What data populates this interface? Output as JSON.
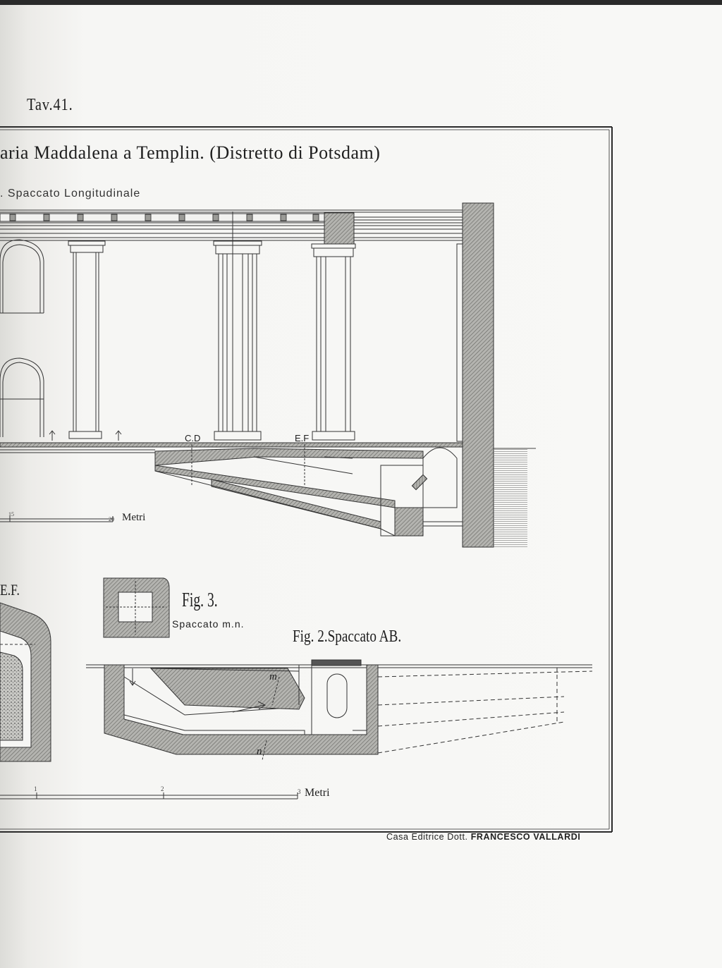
{
  "plate": {
    "label": "Tav.41.",
    "title": "aria Maddalena  a Templin.  (Distretto di Potsdam)",
    "subtitle": ". Spaccato Longitudinale",
    "section_marks": {
      "cd": "C.D",
      "ef": "E.F"
    },
    "scale_top": {
      "unit": "Metri",
      "ticks": [
        "15",
        "20"
      ]
    },
    "fig_ef_label": "E.F.",
    "fig3": {
      "title": "Fig. 3.",
      "subtitle": "Spaccato m.n."
    },
    "fig2": {
      "title": "Fig. 2.Spaccato AB."
    },
    "fig2_marks": {
      "m": "m",
      "n": "n"
    },
    "scale_bottom": {
      "unit": "Metri",
      "ticks": [
        "1",
        "2",
        "3"
      ]
    },
    "publisher_prefix": "Casa Editrice Dott.",
    "publisher_name": "FRANCESCO VALLARDI"
  },
  "colors": {
    "ink": "#1e1e1e",
    "hatch": "#8a8a8a",
    "paper": "#f6f6f4"
  }
}
